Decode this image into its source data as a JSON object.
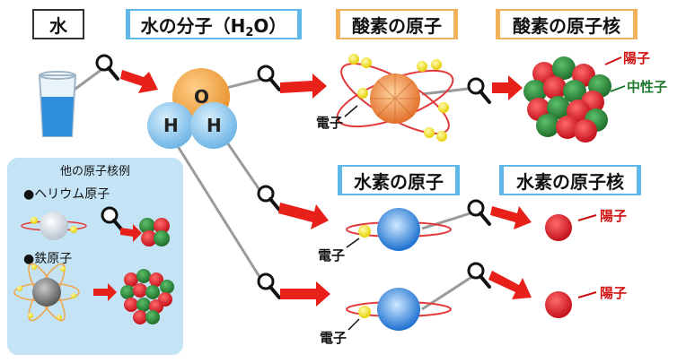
{
  "titles": {
    "water": "水",
    "molecule_prefix": "水の分子（H",
    "molecule_sub": "2",
    "molecule_suffix": "O）",
    "oxygen_atom": "酸素の原子",
    "oxygen_nucleus": "酸素の原子核",
    "hydrogen_atom": "水素の原子",
    "hydrogen_nucleus": "水素の原子核"
  },
  "molecule_atoms": {
    "o": "O",
    "h1": "H",
    "h2": "H"
  },
  "labels": {
    "electron_oxygen": "電子",
    "electron_h1": "電子",
    "electron_h2": "電子",
    "proton_oxygen": "陽子",
    "neutron_oxygen": "中性子",
    "proton_h1": "陽子",
    "proton_h2": "陽子"
  },
  "other_nuclei": {
    "title": "他の原子核例",
    "helium": "●ヘリウム原子",
    "iron": "●鉄原子"
  },
  "colors": {
    "proton": "#e01b23",
    "neutron": "#2e8b3a",
    "oxygen_ball": "#f2a54a",
    "hydrogen_ball": "#8ec8ee",
    "arrow": "#e8201a",
    "panel": "#c4e3f4",
    "title_blue": "#5fb9e8",
    "title_orange": "#f0b25a",
    "electron": "#f5e31a"
  }
}
